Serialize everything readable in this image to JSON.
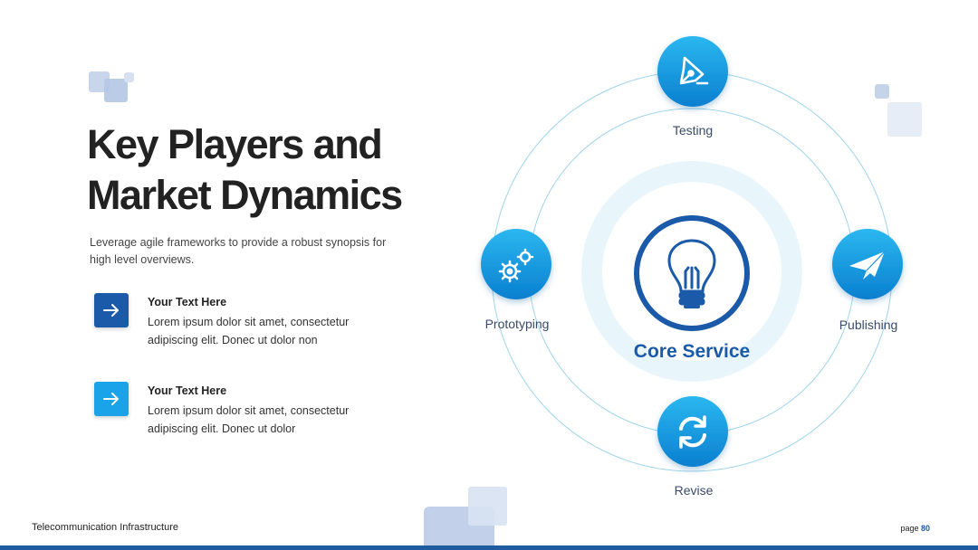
{
  "slide": {
    "title": "Key Players and\nMarket Dynamics",
    "subtitle": "Leverage agile frameworks to provide a robust synopsis for high level overviews."
  },
  "features": [
    {
      "heading": "Your Text Here",
      "body": "Lorem ipsum dolor sit amet, consectetur adipiscing elit. Donec ut dolor non",
      "icon": "arrow-right-icon",
      "color": "#1a5aa8"
    },
    {
      "heading": "Your Text Here",
      "body": "Lorem ipsum dolor sit amet, consectetur adipiscing elit. Donec ut dolor",
      "icon": "arrow-right-icon",
      "color": "#1aa3e8"
    }
  ],
  "diagram": {
    "core": {
      "label": "Core Service",
      "icon": "lightbulb-icon"
    },
    "nodes": [
      {
        "label": "Testing",
        "icon": "pen-nib-icon"
      },
      {
        "label": "Prototyping",
        "icon": "gears-icon"
      },
      {
        "label": "Publishing",
        "icon": "paper-plane-icon"
      },
      {
        "label": "Revise",
        "icon": "refresh-icon"
      }
    ]
  },
  "footer": {
    "left": "Telecommunication Infrastructure",
    "page_prefix": "page",
    "page_number": "80"
  },
  "colors": {
    "primary": "#1a5aa8",
    "accent": "#1aa3e8",
    "ring": "#9fd4ec",
    "halo": "#e8f6fc"
  }
}
